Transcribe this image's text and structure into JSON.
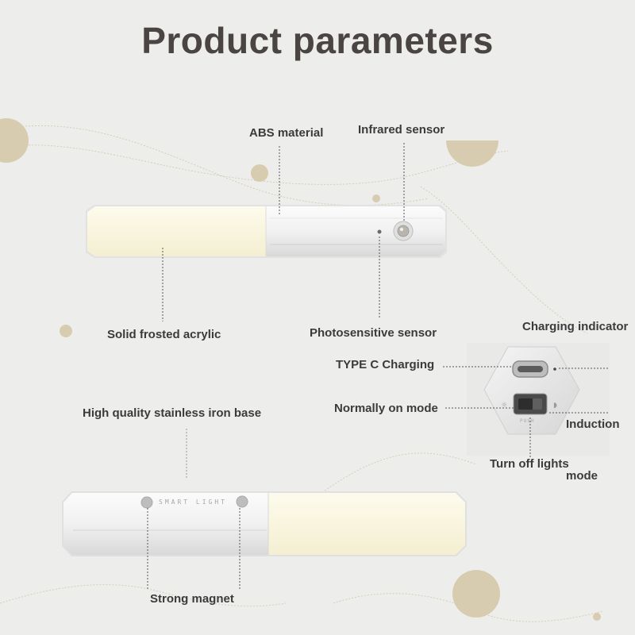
{
  "title": "Product parameters",
  "labels": {
    "abs_material": "ABS material",
    "infrared_sensor": "Infrared sensor",
    "solid_frosted_acrylic": "Solid frosted acrylic",
    "photosensitive_sensor": "Photosensitive sensor",
    "charging_indicator": "Charging indicator",
    "type_c_charging": "TYPE C Charging",
    "normally_on_mode": "Normally on mode",
    "induction": "Induction",
    "turn_off_lights": "Turn off lights",
    "mode": "mode",
    "stainless_base": "High quality stainless iron base",
    "strong_magnet": "Strong magnet"
  },
  "lamp_engraving": "SMART LIGHT",
  "port_marking": "PUSH",
  "colors": {
    "background": "#ededeb",
    "accent_gold": "#d8ccb0",
    "lamp_glow": "#fcf9e6",
    "lamp_body": "#f3f3f3",
    "text": "#3b3b3b"
  }
}
